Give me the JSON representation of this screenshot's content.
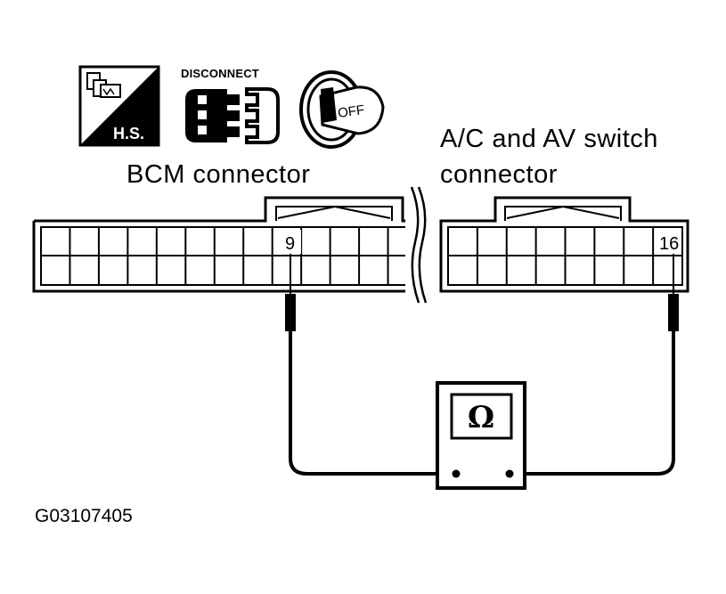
{
  "labels": {
    "bcm_connector": "BCM connector",
    "switch_connector_line1": "A/C and AV switch",
    "switch_connector_line2": "connector",
    "figure_id": "G03107405"
  },
  "icons": {
    "harness_icon_text": "H.S.",
    "disconnect_text": "DISCONNECT",
    "ignition_text": "OFF"
  },
  "pins": {
    "bcm_pin": "9",
    "switch_pin": "16"
  },
  "meter": {
    "symbol": "Ω"
  }
}
